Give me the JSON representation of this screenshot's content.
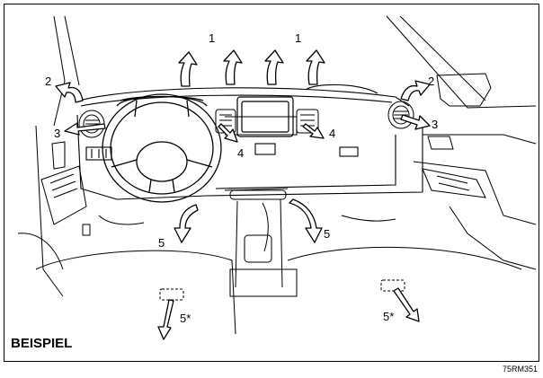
{
  "caption": "BEISPIEL",
  "figure_code": "75RM351",
  "callouts": {
    "vent_1": "1",
    "vent_2": "2",
    "vent_3": "3",
    "vent_4": "4",
    "vent_5": "5",
    "vent_5_rear": "5*"
  },
  "colors": {
    "line": "#000000",
    "arrow_fill": "#ffffff",
    "background": "#ffffff"
  }
}
